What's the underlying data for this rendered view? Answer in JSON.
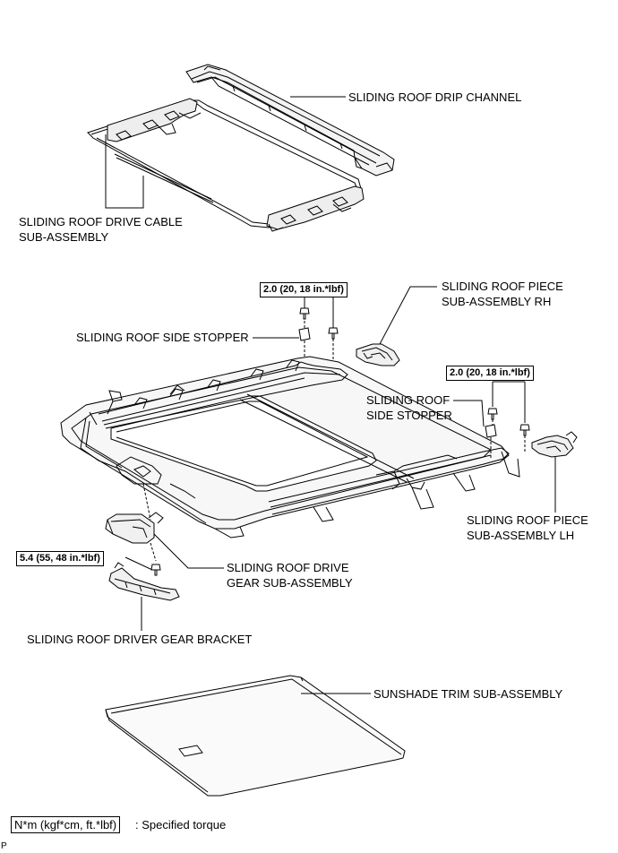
{
  "labels": {
    "drip_channel": "SLIDING ROOF DRIP CHANNEL",
    "drive_cable_1": "SLIDING ROOF DRIVE CABLE",
    "drive_cable_2": "SUB-ASSEMBLY",
    "side_stopper_top": "SLIDING ROOF SIDE STOPPER",
    "piece_rh_1": "SLIDING ROOF PIECE",
    "piece_rh_2": "SUB-ASSEMBLY RH",
    "side_stopper_right_1": "SLIDING ROOF",
    "side_stopper_right_2": "SIDE STOPPER",
    "piece_lh_1": "SLIDING ROOF PIECE",
    "piece_lh_2": "SUB-ASSEMBLY LH",
    "drive_gear_1": "SLIDING ROOF DRIVE",
    "drive_gear_2": "GEAR SUB-ASSEMBLY",
    "gear_bracket": "SLIDING ROOF DRIVER GEAR BRACKET",
    "sunshade": "SUNSHADE TRIM SUB-ASSEMBLY"
  },
  "torques": {
    "top": "2.0 (20, 18 in.*lbf)",
    "right": "2.0 (20, 18 in.*lbf)",
    "gear": "5.4 (55, 48 in.*lbf)"
  },
  "legend": {
    "box": "N*m (kgf*cm, ft.*lbf)",
    "text": ": Specified torque"
  },
  "figure_code": "P"
}
